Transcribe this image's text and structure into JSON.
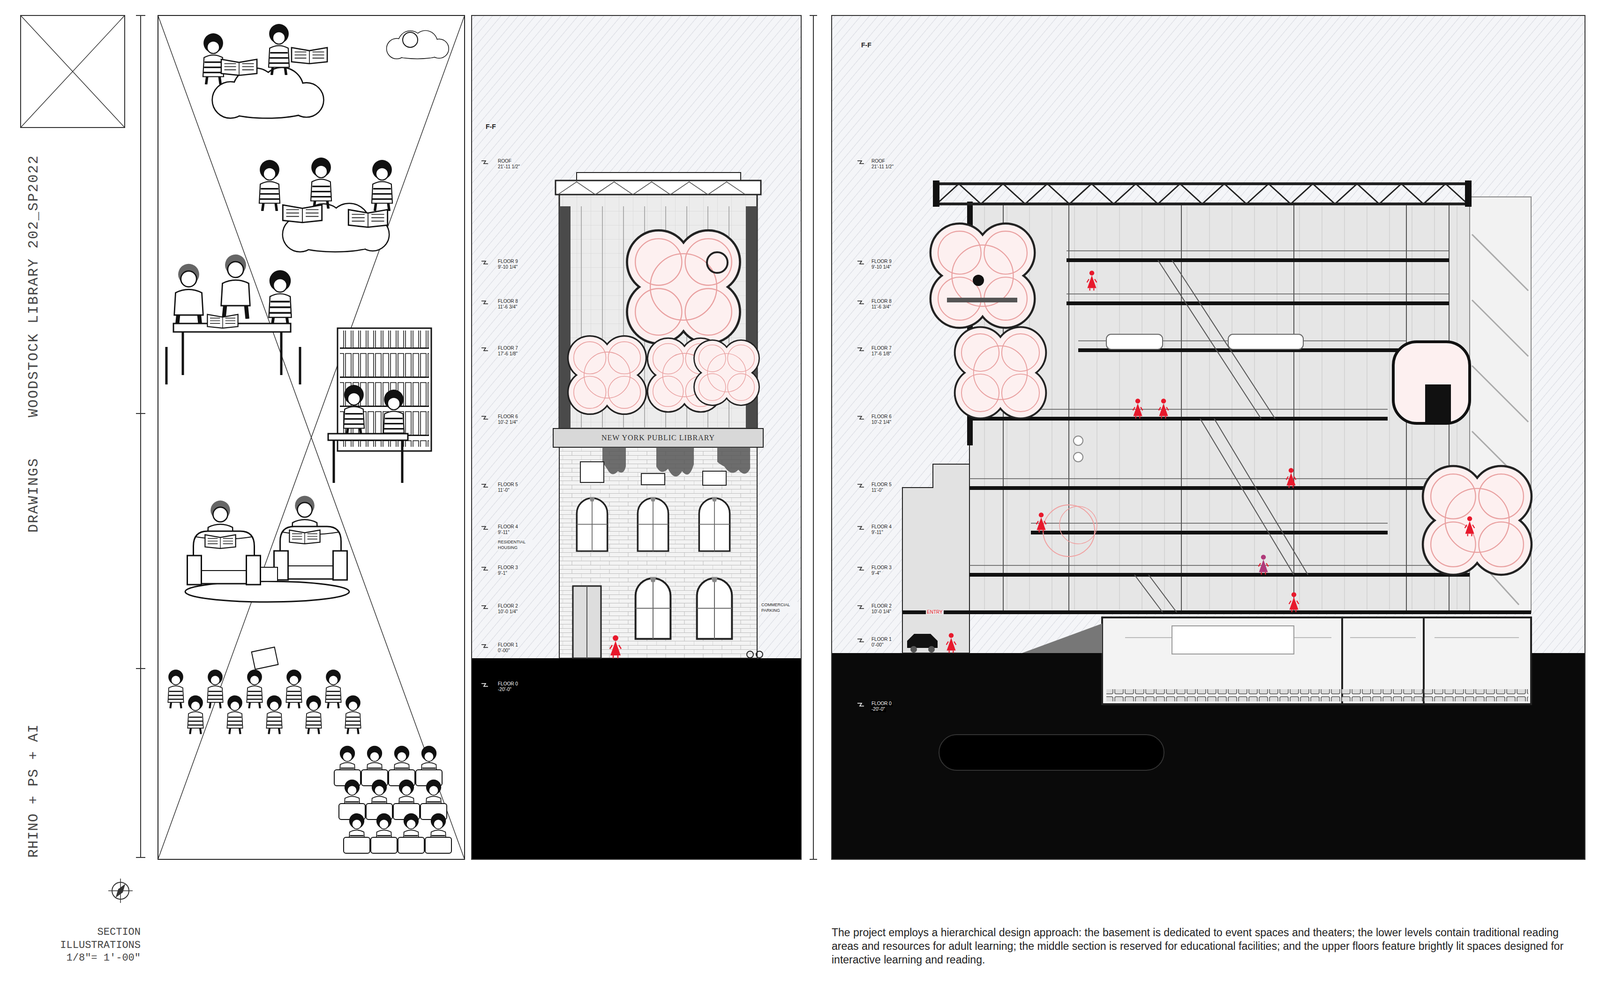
{
  "diagram": {
    "title": "WOODSTOCK LIBRARY 202_SP2022",
    "caption": "The project employs a hierarchical design approach: the basement is dedicated to event spaces and theaters; the lower levels contain traditional reading areas and resources for adult learning; the middle section is reserved for educational facilities; and the upper floors feature brightly lit spaces designed for interactive learning and reading.",
    "labels": [
      "DRAWINGS",
      "RHINO + PS + AI",
      "SECTION ILLUSTRATIONS 1/8\"= 1'-00\"",
      "F-F",
      "F-F",
      "NEW YORK PUBLIC LIBRARY",
      "COMMERCIAL PARKING",
      "ENTRY",
      "ROOF",
      "21'-11 1/2\"",
      "FLOOR 9",
      "9'-10 1/4\"",
      "FLOOR 8",
      "11'-6 3/4\"",
      "FLOOR 7",
      "17'-6 1/8\"",
      "FLOOR 6",
      "10'-2 1/4\"",
      "FLOOR 5",
      "11'-0\"",
      "FLOOR 4",
      "9'-11\"",
      "FLOOR 3",
      "9'-1\"",
      "FLOOR 2",
      "10'-0 1/4\"",
      "FLOOR 1",
      "0'-00\"",
      "FLOOR 0",
      "-20'-0\"",
      "ROOF",
      "21'-11 1/2\"",
      "FLOOR 9",
      "9'-10 1/4\"",
      "FLOOR 8",
      "11'-6 3/4\"",
      "FLOOR 7",
      "17'-6 1/8\"",
      "FLOOR 6",
      "10'-2 1/4\"",
      "FLOOR 5",
      "11'-0\"",
      "FLOOR 4",
      "9'-11\"",
      "FLOOR 3",
      "9'-4\"",
      "FLOOR 2",
      "10'-0 1/4\"",
      "FLOOR 1",
      "0'-00\"",
      "FLOOR 0",
      "-20'-0\"",
      "RESIDENTIAL HOUSING"
    ]
  }
}
